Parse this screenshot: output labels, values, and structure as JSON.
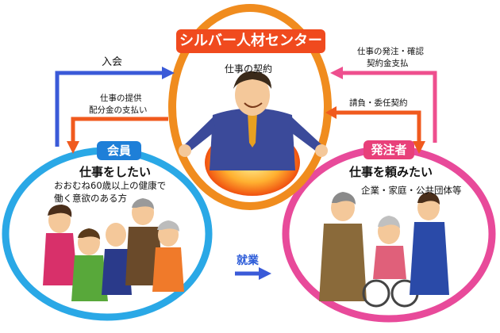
{
  "center": {
    "title": "シルバー人材センター",
    "caption": "仕事の契約"
  },
  "member": {
    "tag": "会員",
    "heading": "仕事をしたい",
    "line1": "おおむね60歳以上の健康で",
    "line2": "働く意欲のある方"
  },
  "client": {
    "tag": "発注者",
    "heading": "仕事を頼みたい",
    "sub": "企業・家庭・公共団体等"
  },
  "arrows": {
    "join": "入会",
    "provide1": "仕事の提供",
    "provide2": "配分金の支払い",
    "order1": "仕事の発注・確認",
    "order2": "契約金支払",
    "contract": "請負・委任契約",
    "employment": "就業"
  },
  "colors": {
    "center_ring": "#f08c1e",
    "center_title_bg": "#f04a1e",
    "member_ring": "#2aa8e6",
    "member_tag_bg": "#1e7fd8",
    "client_ring": "#e84a9a",
    "client_tag_bg": "#e8407a",
    "arrow_blue": "#3a5ad8",
    "arrow_orange": "#f05a1e",
    "arrow_pink": "#ee4f8e"
  }
}
